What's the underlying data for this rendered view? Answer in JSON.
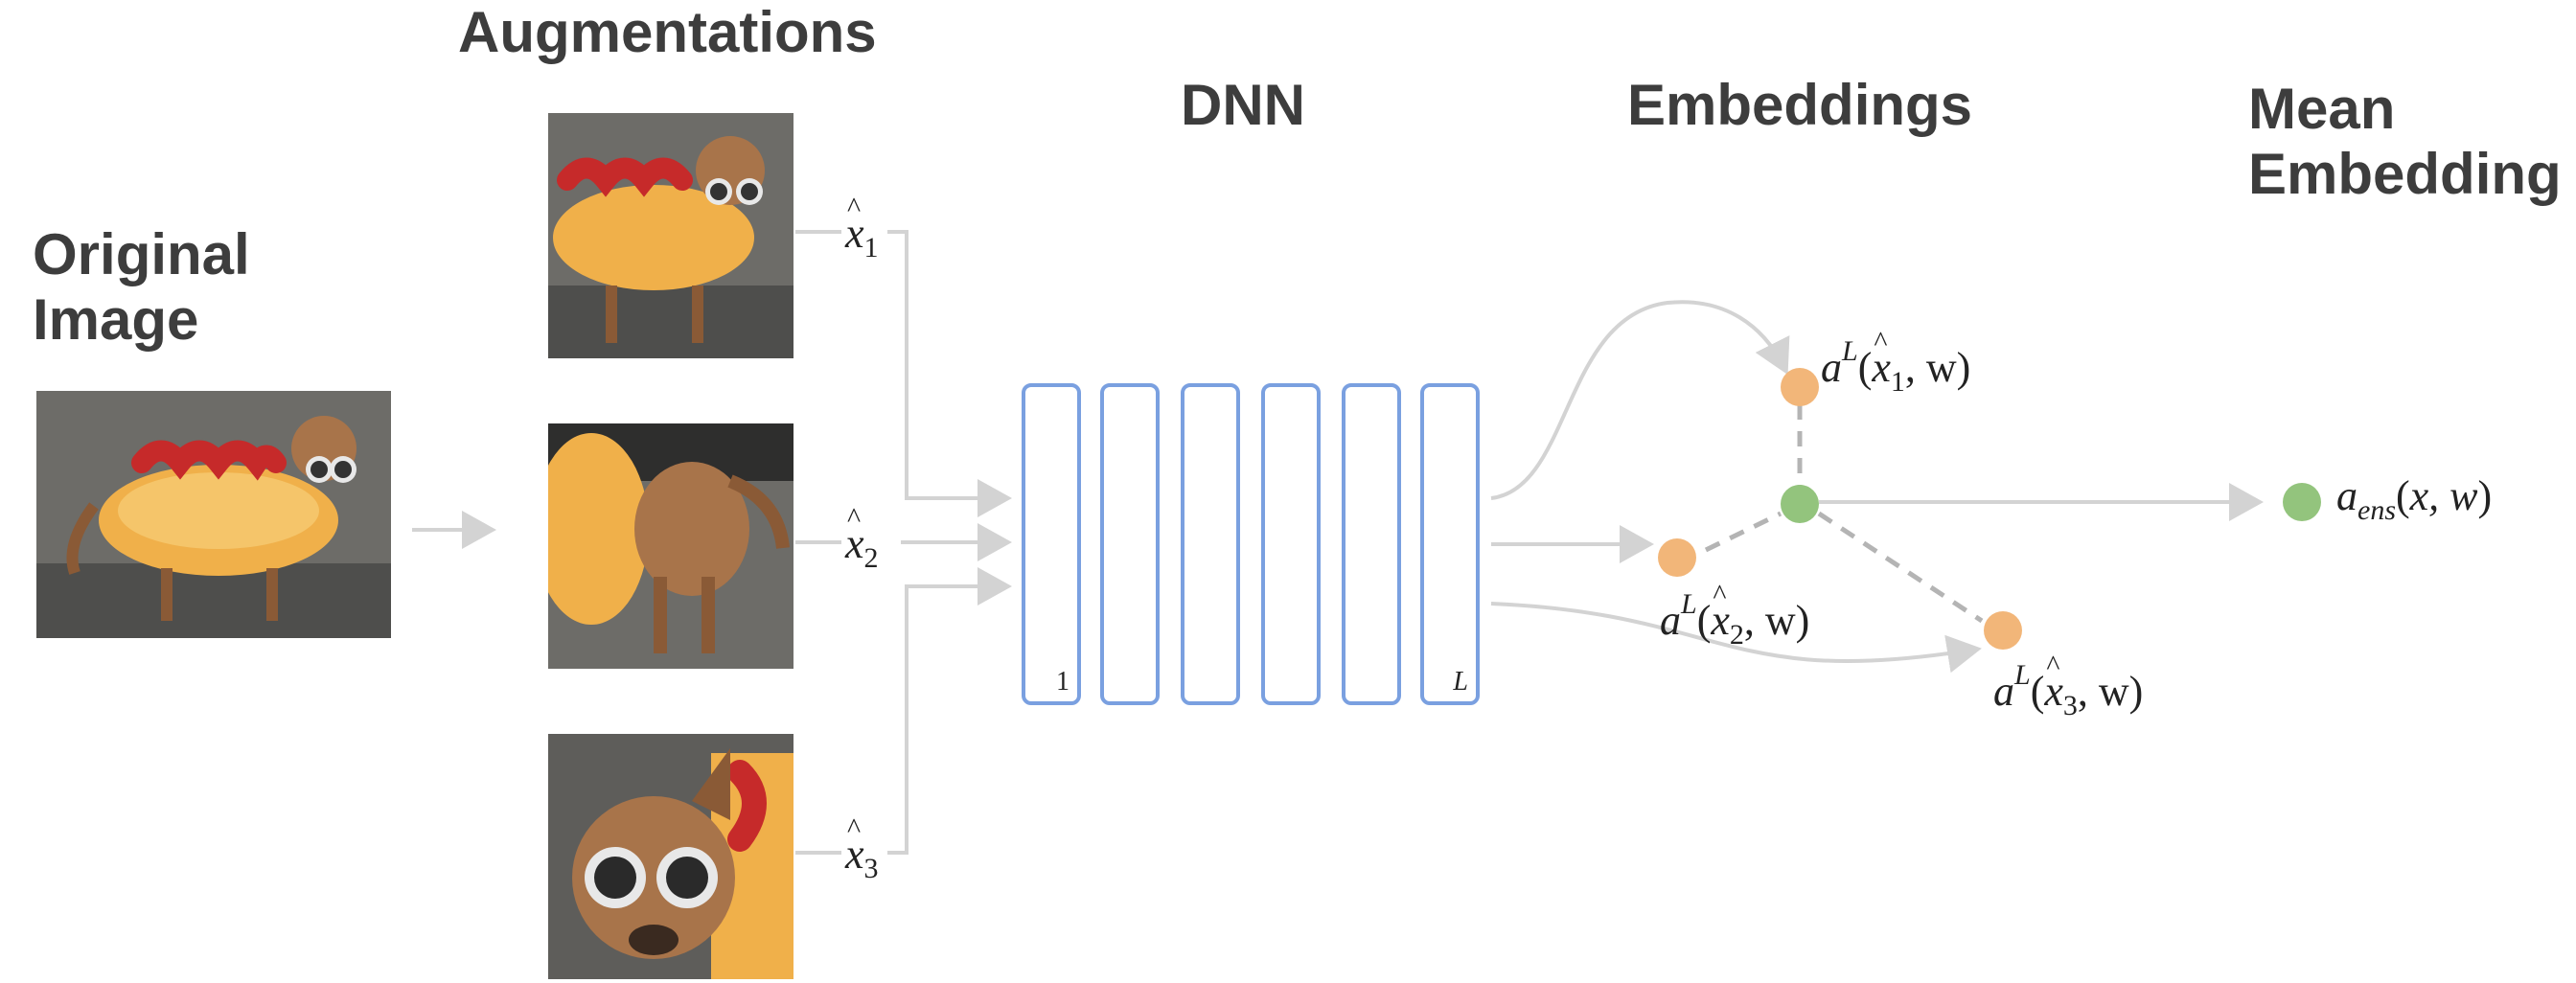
{
  "headings": {
    "original": "Original\nImage",
    "augmentations": "Augmentations",
    "dnn": "DNN",
    "embeddings": "Embeddings",
    "mean": "Mean\nEmbedding"
  },
  "inputs": [
    {
      "base": "x",
      "sub": "1"
    },
    {
      "base": "x",
      "sub": "2"
    },
    {
      "base": "x",
      "sub": "3"
    }
  ],
  "dnn": {
    "first_layer": "1",
    "last_layer": "L",
    "layer_count": 6
  },
  "embeddings": [
    {
      "fn": "a",
      "sup": "L",
      "arg": "x",
      "sub": "1",
      "w": "w"
    },
    {
      "fn": "a",
      "sup": "L",
      "arg": "x",
      "sub": "2",
      "w": "w"
    },
    {
      "fn": "a",
      "sup": "L",
      "arg": "x",
      "sub": "3",
      "w": "w"
    }
  ],
  "mean_embedding": {
    "fn": "a",
    "sub": "ens",
    "args": "x, w"
  },
  "colors": {
    "layer_border": "#7aa0e0",
    "embedding_dot": "#f2b679",
    "mean_dot": "#93c47d",
    "arrow": "#d3d3d3",
    "dashed": "#b4b4b4"
  }
}
